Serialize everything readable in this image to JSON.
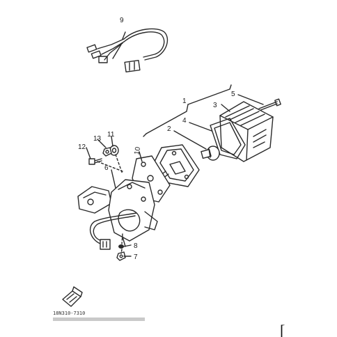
{
  "diagram": {
    "title": "",
    "callouts": {
      "c1": "1",
      "c2": "2",
      "c3": "3",
      "c4": "4",
      "c5": "5",
      "c6": "6",
      "c7": "7",
      "c8": "8",
      "c9": "9",
      "c10": "10",
      "c11": "11",
      "c12": "12",
      "c13": "13"
    },
    "part_code": "18N310-7310",
    "bracket_glyph": "["
  }
}
